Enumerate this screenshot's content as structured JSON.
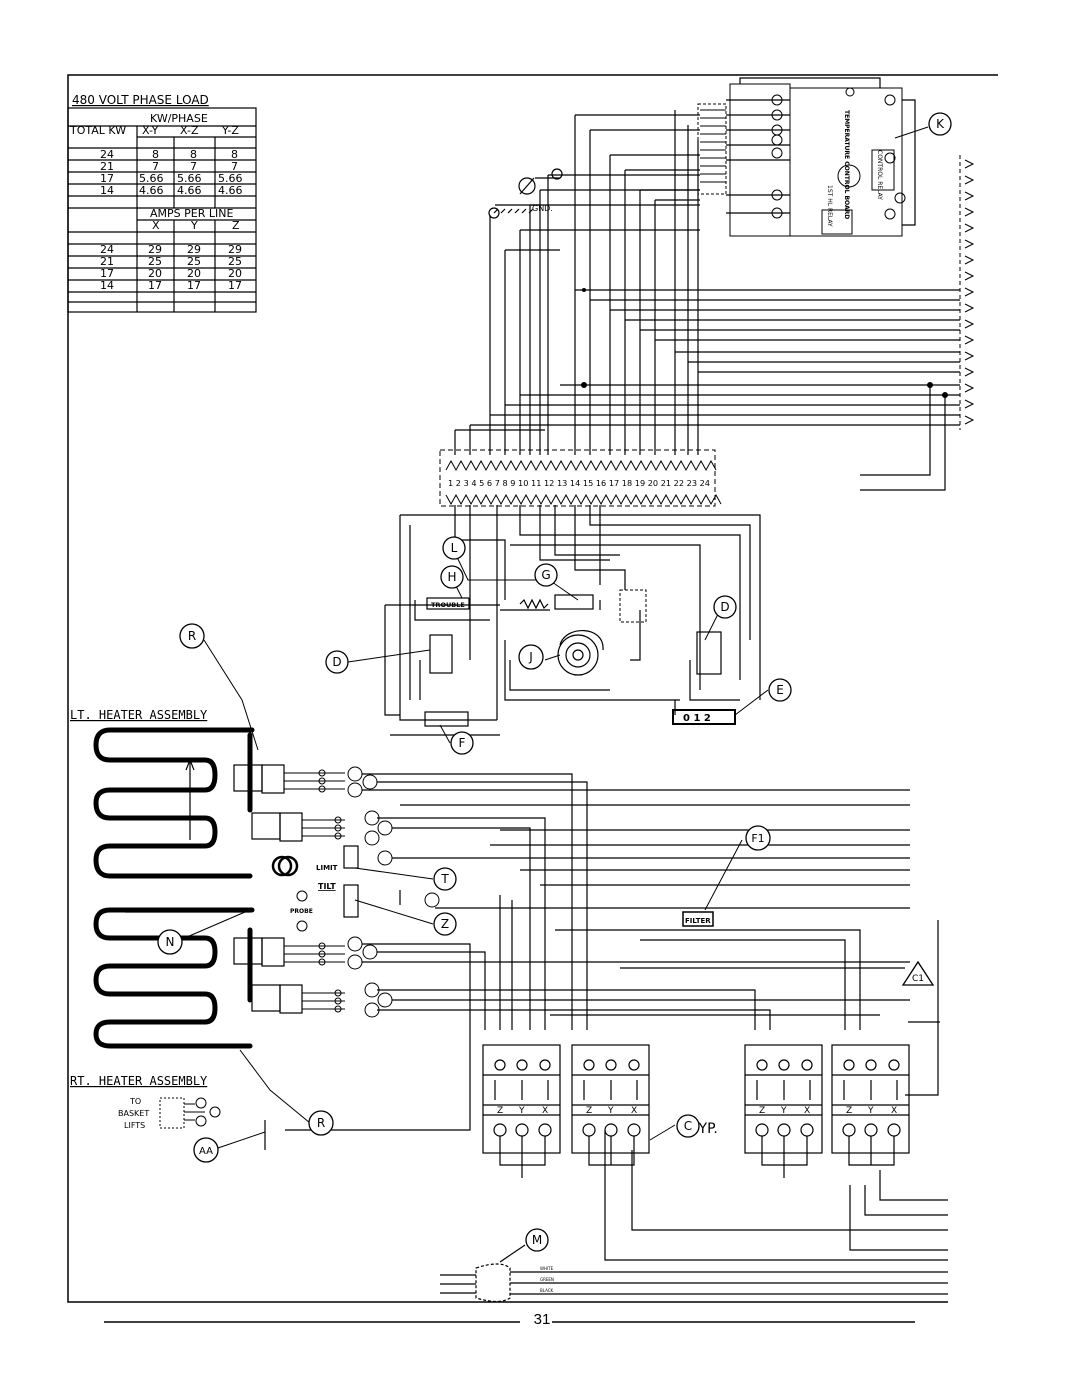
{
  "table": {
    "title": "480 VOLT PHASE LOAD",
    "kw_header": "KW/PHASE",
    "total_kw_label": "TOTAL KW",
    "kw_cols": [
      "X-Y",
      "X-Z",
      "Y-Z"
    ],
    "kw_rows": [
      [
        "24",
        "8",
        "8",
        "8"
      ],
      [
        "21",
        "7",
        "7",
        "7"
      ],
      [
        "17",
        "5.66",
        "5.66",
        "5.66"
      ],
      [
        "14",
        "4.66",
        "4.66",
        "4.66"
      ]
    ],
    "amps_header": "AMPS PER LINE",
    "amps_cols": [
      "X",
      "Y",
      "Z"
    ],
    "amps_rows": [
      [
        "24",
        "29",
        "29",
        "29"
      ],
      [
        "21",
        "25",
        "25",
        "25"
      ],
      [
        "17",
        "20",
        "20",
        "20"
      ],
      [
        "14",
        "17",
        "17",
        "17"
      ]
    ]
  },
  "labels": {
    "lt_heater": "LT. HEATER ASSEMBLY",
    "rt_heater": "RT. HEATER ASSEMBLY",
    "gnd": "GND.",
    "trouble": "TROUBLE",
    "limit": "LIMIT",
    "tilt": "TILT",
    "probe": "PROBE",
    "filter": "FILTER",
    "typ": "TYP.",
    "basket_lifts": [
      "TO",
      "BASKET",
      "LIFTS"
    ],
    "terminal_numbers": "1 2 3 4 5 6 7 8 9 10 11 12 13 14 15 16 17 18 19 20 21 22 23 24",
    "contactor_terms": [
      "Z",
      "Y",
      "X"
    ],
    "relay_text": [
      "CONTROL RELAY",
      "TEMPERATURE CONTROL BOARD",
      "1ST HL RELAY"
    ],
    "cord_colors": [
      "WHITE",
      "GREEN",
      "BLACK"
    ]
  },
  "callouts": {
    "K": "K",
    "L": "L",
    "G": "G",
    "H": "H",
    "R": "R",
    "D": "D",
    "J": "J",
    "E": "E",
    "F": "F",
    "T": "T",
    "Z": "Z",
    "N": "N",
    "F1": "F1",
    "C1": "C1",
    "C": "C",
    "AA": "AA",
    "M": "M"
  },
  "page_number": "31"
}
